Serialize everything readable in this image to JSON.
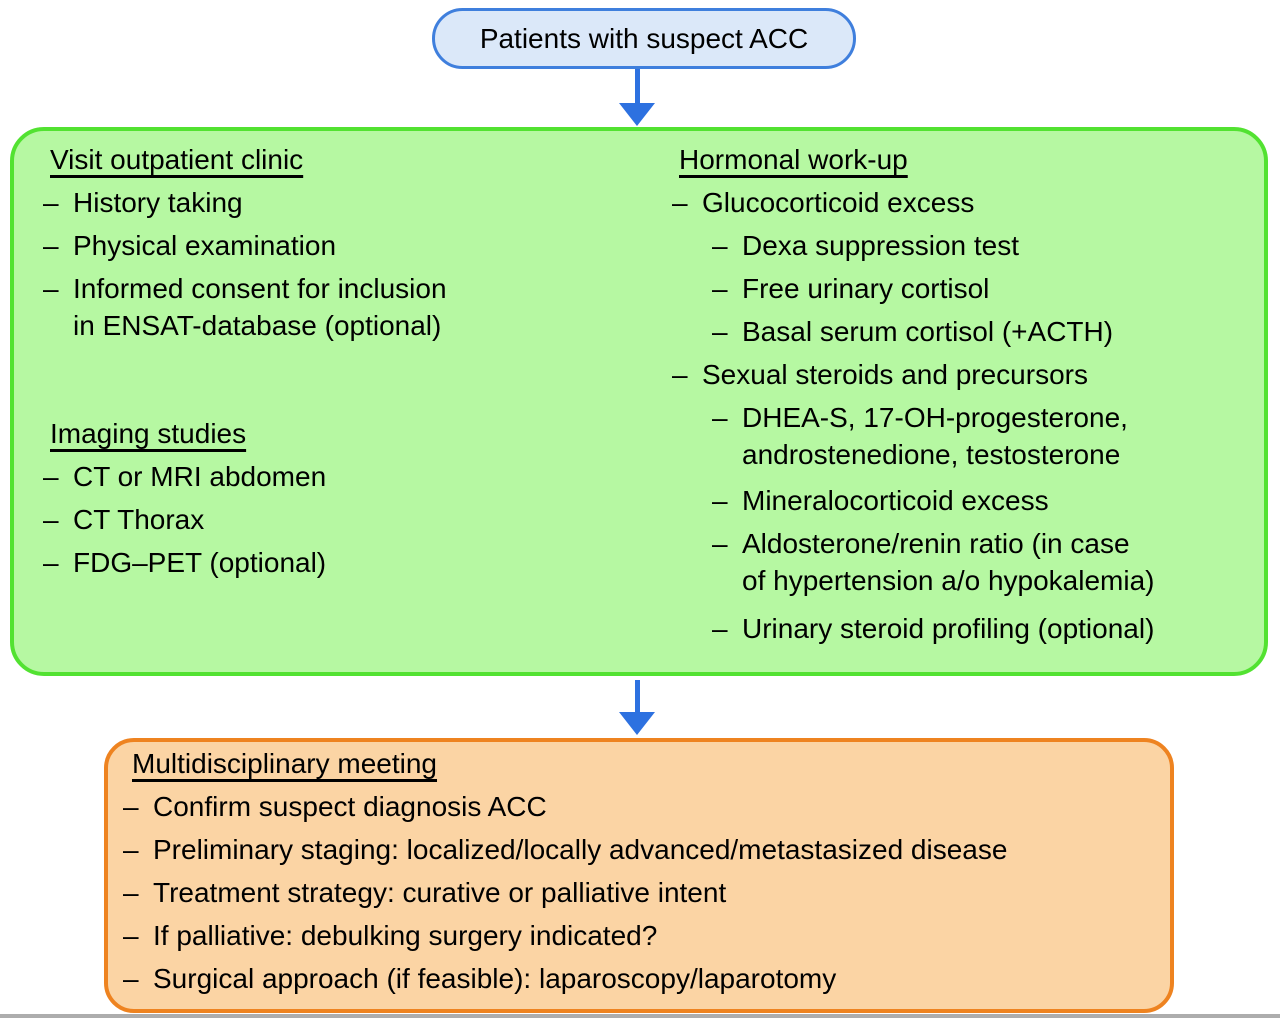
{
  "bullet": "–",
  "colors": {
    "node_fill": "#dbe8f9",
    "node_border": "#3f7fdd",
    "arrow": "#2d71e0",
    "workup_fill": "#b6f8a2",
    "workup_border": "#52e231",
    "meeting_fill": "#fbd4a4",
    "meeting_border": "#ee8320",
    "edge_strip": "#adadad"
  },
  "start_node": {
    "label": "Patients with suspect ACC"
  },
  "visit": {
    "heading": "Visit outpatient clinic",
    "items": [
      {
        "line1": "History taking"
      },
      {
        "line1": "Physical examination"
      },
      {
        "line1": "Informed consent for inclusion",
        "line2": "in ENSAT-database (optional)"
      }
    ]
  },
  "imaging": {
    "heading": "Imaging studies",
    "items": [
      {
        "line1": "CT or MRI abdomen"
      },
      {
        "line1": "CT Thorax"
      },
      {
        "line1": "FDG–PET (optional)"
      }
    ]
  },
  "hormonal": {
    "heading": "Hormonal work-up",
    "item1": {
      "line1": "Glucocorticoid excess"
    },
    "sub1": [
      {
        "line1": "Dexa suppression test"
      },
      {
        "line1": "Free urinary cortisol"
      },
      {
        "line1": "Basal serum cortisol (+ACTH)"
      }
    ],
    "item2": {
      "line1": "Sexual steroids and precursors"
    },
    "sub2": [
      {
        "line1": "DHEA-S, 17-OH-progesterone,",
        "line2": "androstenedione, testosterone"
      },
      {
        "line1": "Mineralocorticoid excess"
      },
      {
        "line1": "Aldosterone/renin ratio (in case",
        "line2": "of hypertension a/o hypokalemia)"
      },
      {
        "line1": "Urinary steroid profiling (optional)"
      }
    ]
  },
  "meeting": {
    "heading": "Multidisciplinary meeting",
    "items": [
      {
        "line1": "Confirm suspect diagnosis ACC"
      },
      {
        "line1": "Preliminary staging: localized/locally advanced/metastasized disease"
      },
      {
        "line1": "Treatment strategy: curative or palliative intent"
      },
      {
        "line1": "If palliative: debulking surgery indicated?"
      },
      {
        "line1": "Surgical approach (if feasible): laparoscopy/laparotomy"
      }
    ]
  }
}
